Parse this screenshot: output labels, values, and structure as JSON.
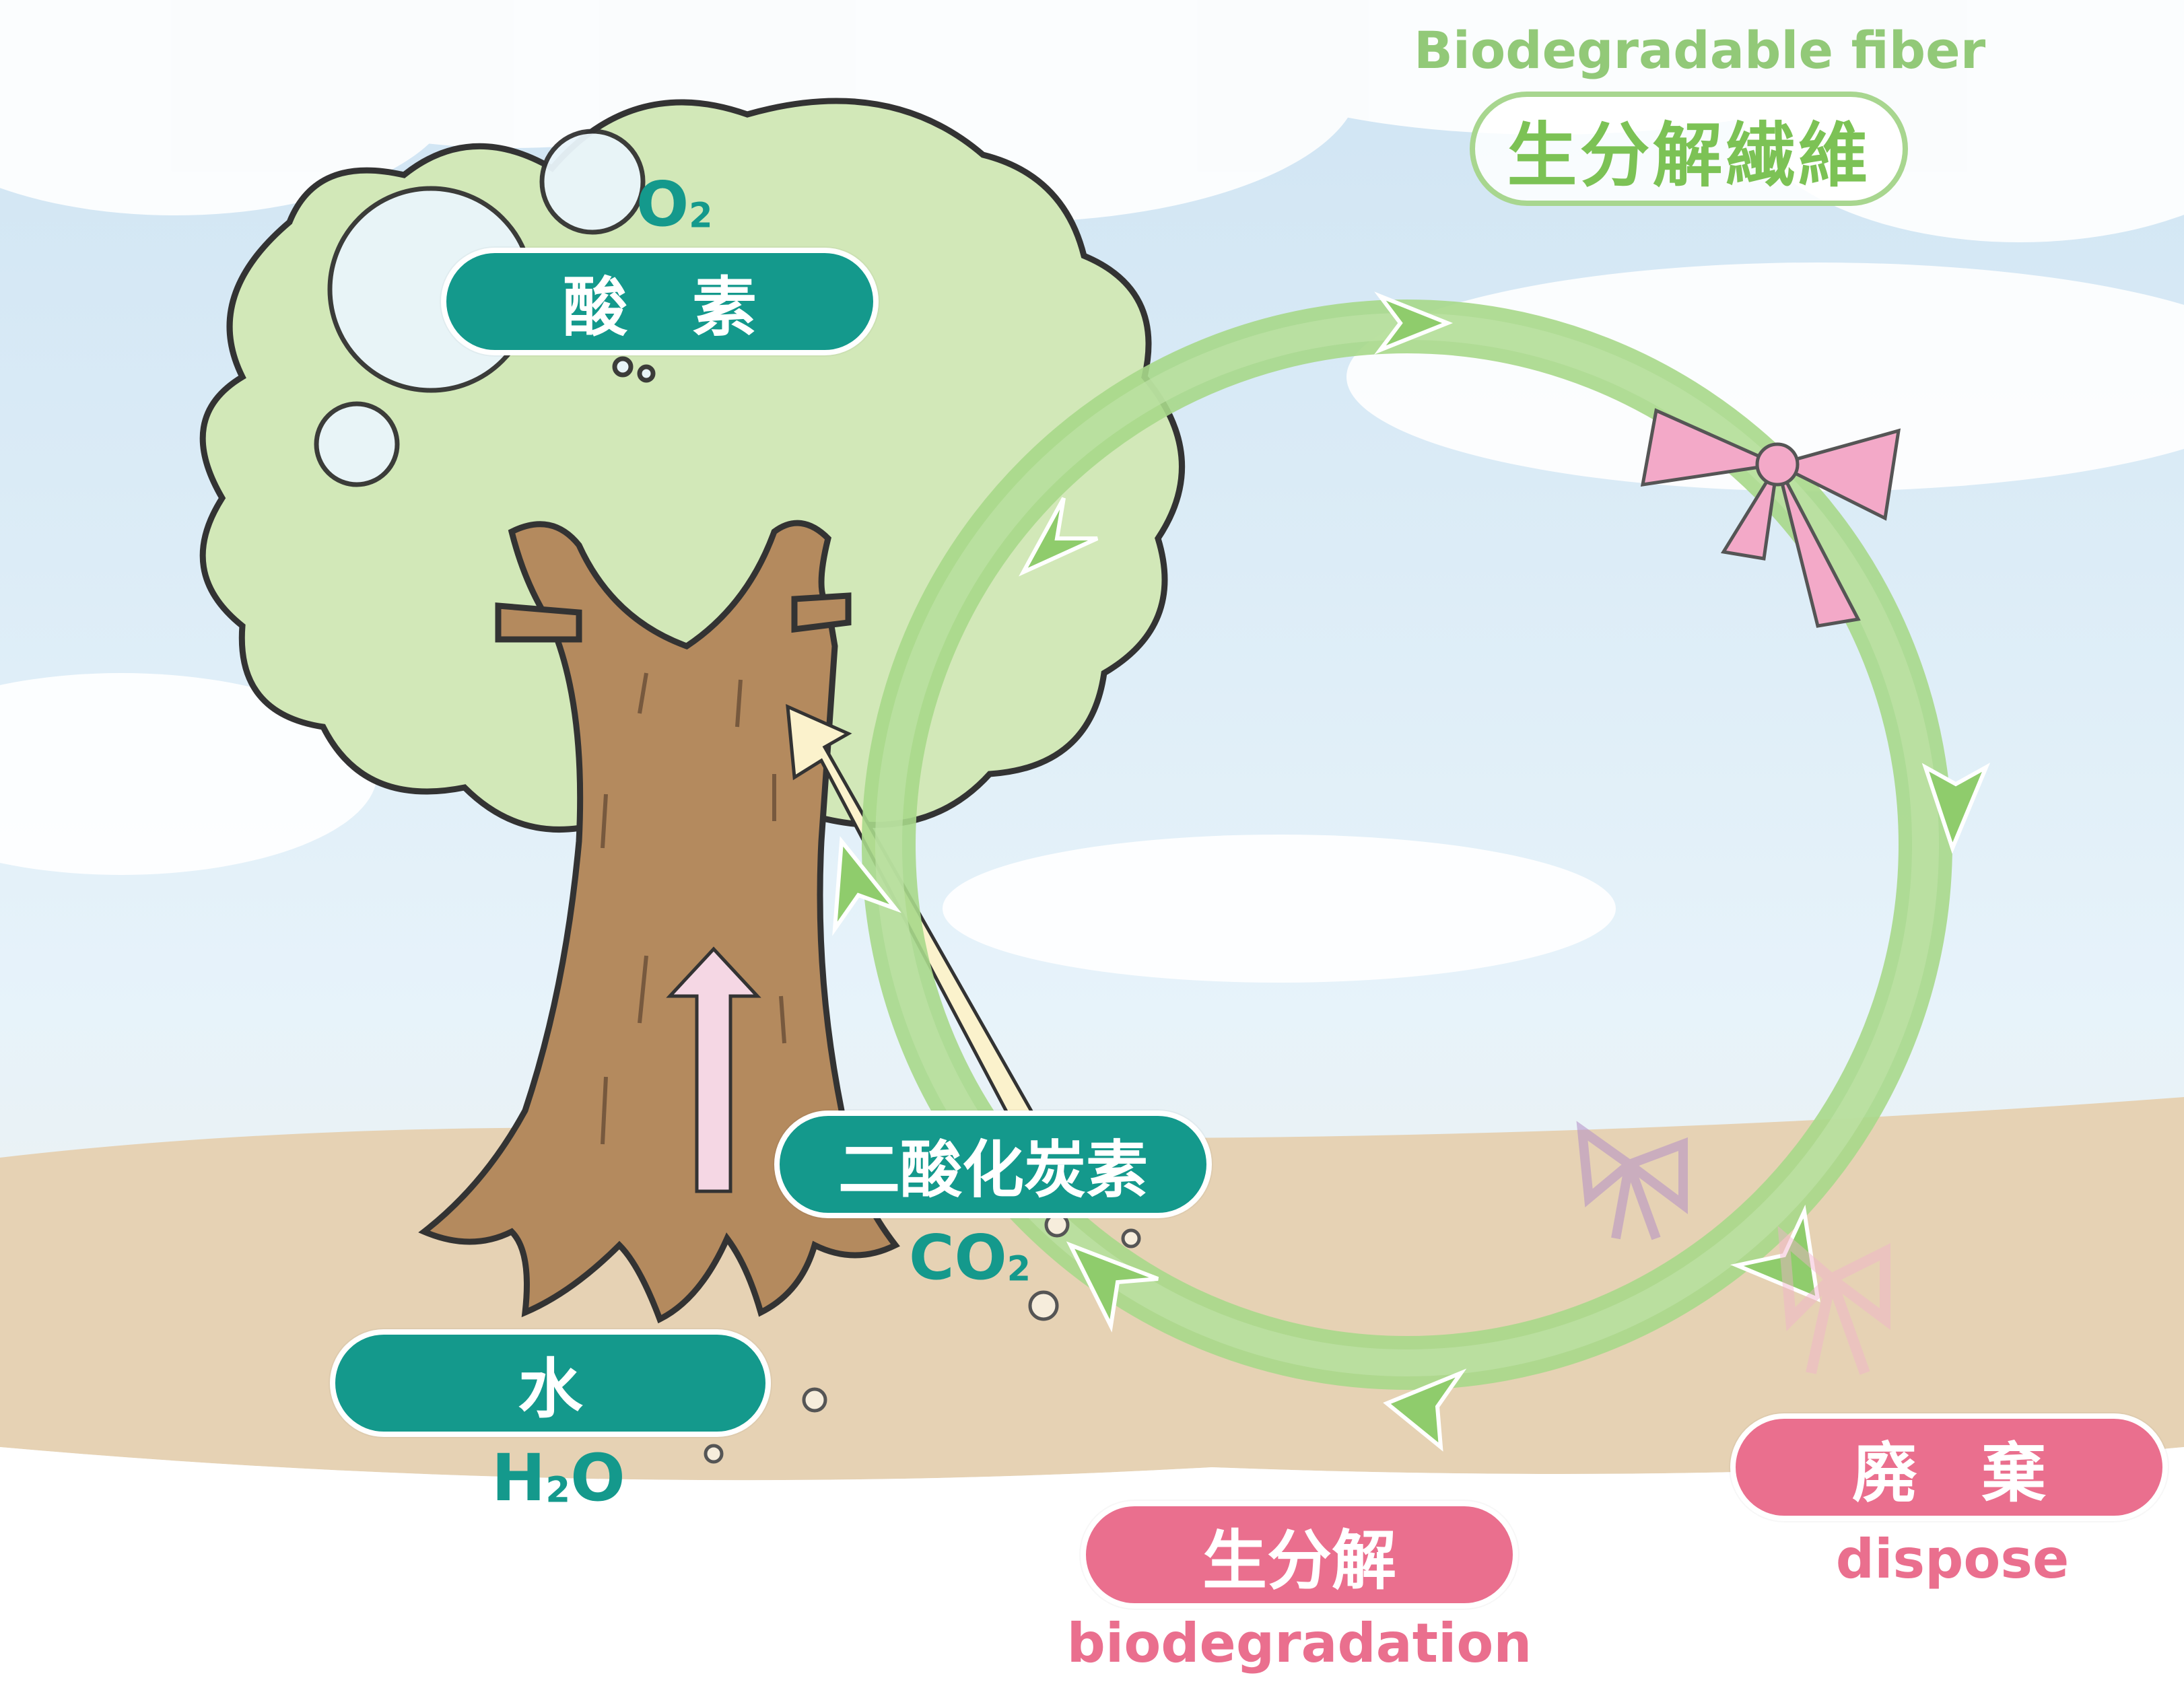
{
  "fiber": {
    "english": "Biodegradable fiber",
    "japanese": "生分解繊維"
  },
  "oxygen": {
    "formula_main": "O",
    "formula_sub": "2",
    "japanese": "酸　素"
  },
  "co2": {
    "japanese": "二酸化炭素",
    "formula_main": "CO",
    "formula_sub": "2"
  },
  "water": {
    "japanese": "水",
    "formula_h": "H",
    "formula_sub": "2",
    "formula_o": "O"
  },
  "biodegradation": {
    "japanese": "生分解",
    "english": "biodegradation"
  },
  "dispose": {
    "japanese": "廃　棄",
    "english": "dispose"
  },
  "colors": {
    "teal": "#14998c",
    "pink": "#ea6f8e",
    "cycle_green": "#9fd17f",
    "foliage": "#cfe6b3",
    "trunk": "#b48a5e",
    "ground": "#e3cfb0",
    "sky": "#d9ecf7",
    "ribbon": "#f2a9c9"
  }
}
